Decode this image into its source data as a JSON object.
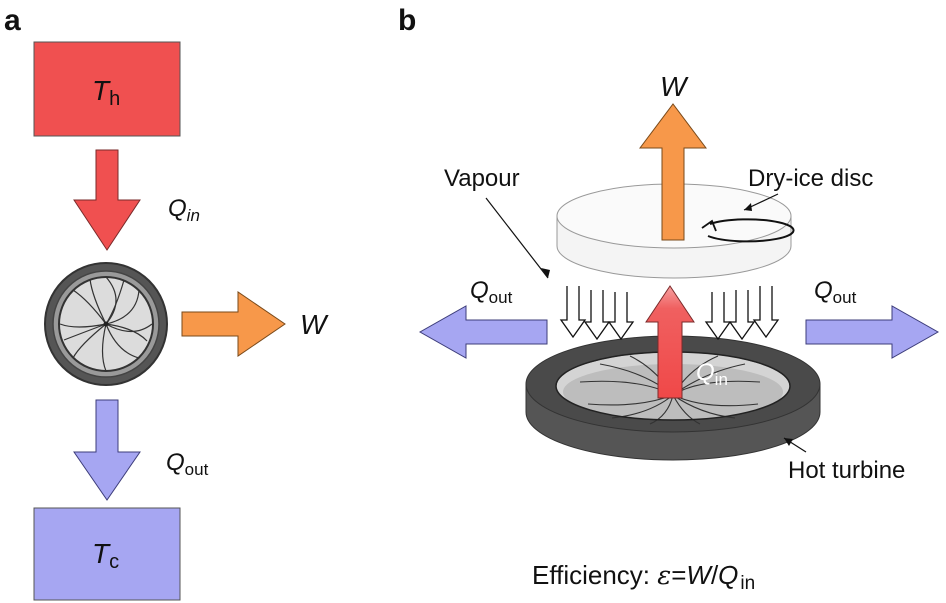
{
  "panel_a": {
    "letter": "a",
    "hot_reservoir": {
      "symbol": "T",
      "subscript": "h",
      "color": "#f05050"
    },
    "cold_reservoir": {
      "symbol": "T",
      "subscript": "c",
      "color": "#a6a6f2"
    },
    "q_in": {
      "symbol": "Q",
      "subscript": "in",
      "color": "#f05050"
    },
    "q_out": {
      "symbol": "Q",
      "subscript": "out",
      "color": "#a6a6f2"
    },
    "work": {
      "symbol": "W",
      "color": "#f7984a"
    },
    "turbine_icon": "turbine-icon"
  },
  "panel_b": {
    "letter": "b",
    "work": {
      "symbol": "W",
      "color": "#f7984a"
    },
    "vapour_label": "Vapour",
    "dry_ice_label": "Dry-ice disc",
    "hot_turbine_label": "Hot turbine",
    "q_out_left": {
      "symbol": "Q",
      "subscript": "out",
      "color": "#a6a6f2"
    },
    "q_out_right": {
      "symbol": "Q",
      "subscript": "out",
      "color": "#a6a6f2"
    },
    "q_in": {
      "symbol": "Q",
      "subscript": "in",
      "color": "#f05050"
    },
    "efficiency": {
      "prefix": "Efficiency: ",
      "epsilon": "ε",
      "equals": "=",
      "work": "W",
      "slash": "/",
      "q": "Q",
      "subscript": "in"
    }
  }
}
